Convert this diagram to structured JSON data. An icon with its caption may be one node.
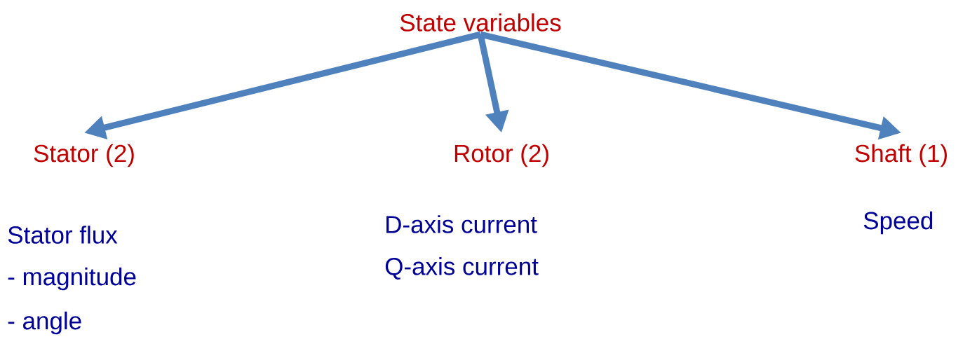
{
  "diagram": {
    "nodes": [
      {
        "text": [
          "State variables"
        ]
      },
      {
        "text": [
          "Stator (2)"
        ],
        "beside": [
          "Stator flux",
          "- magnitude",
          "- angle"
        ]
      },
      {
        "text": [
          "Rotor (2)"
        ],
        "beside": [
          "D-axis current",
          "Q-axis current"
        ]
      },
      {
        "text": [
          "Shaft (1)"
        ],
        "beside": [
          "Speed"
        ]
      }
    ],
    "edges": [
      {
        "from": 0,
        "to": 1,
        "arrow": "to"
      },
      {
        "from": 0,
        "to": 2,
        "arrow": "to"
      },
      {
        "from": 0,
        "to": 3,
        "arrow": "to"
      }
    ]
  }
}
